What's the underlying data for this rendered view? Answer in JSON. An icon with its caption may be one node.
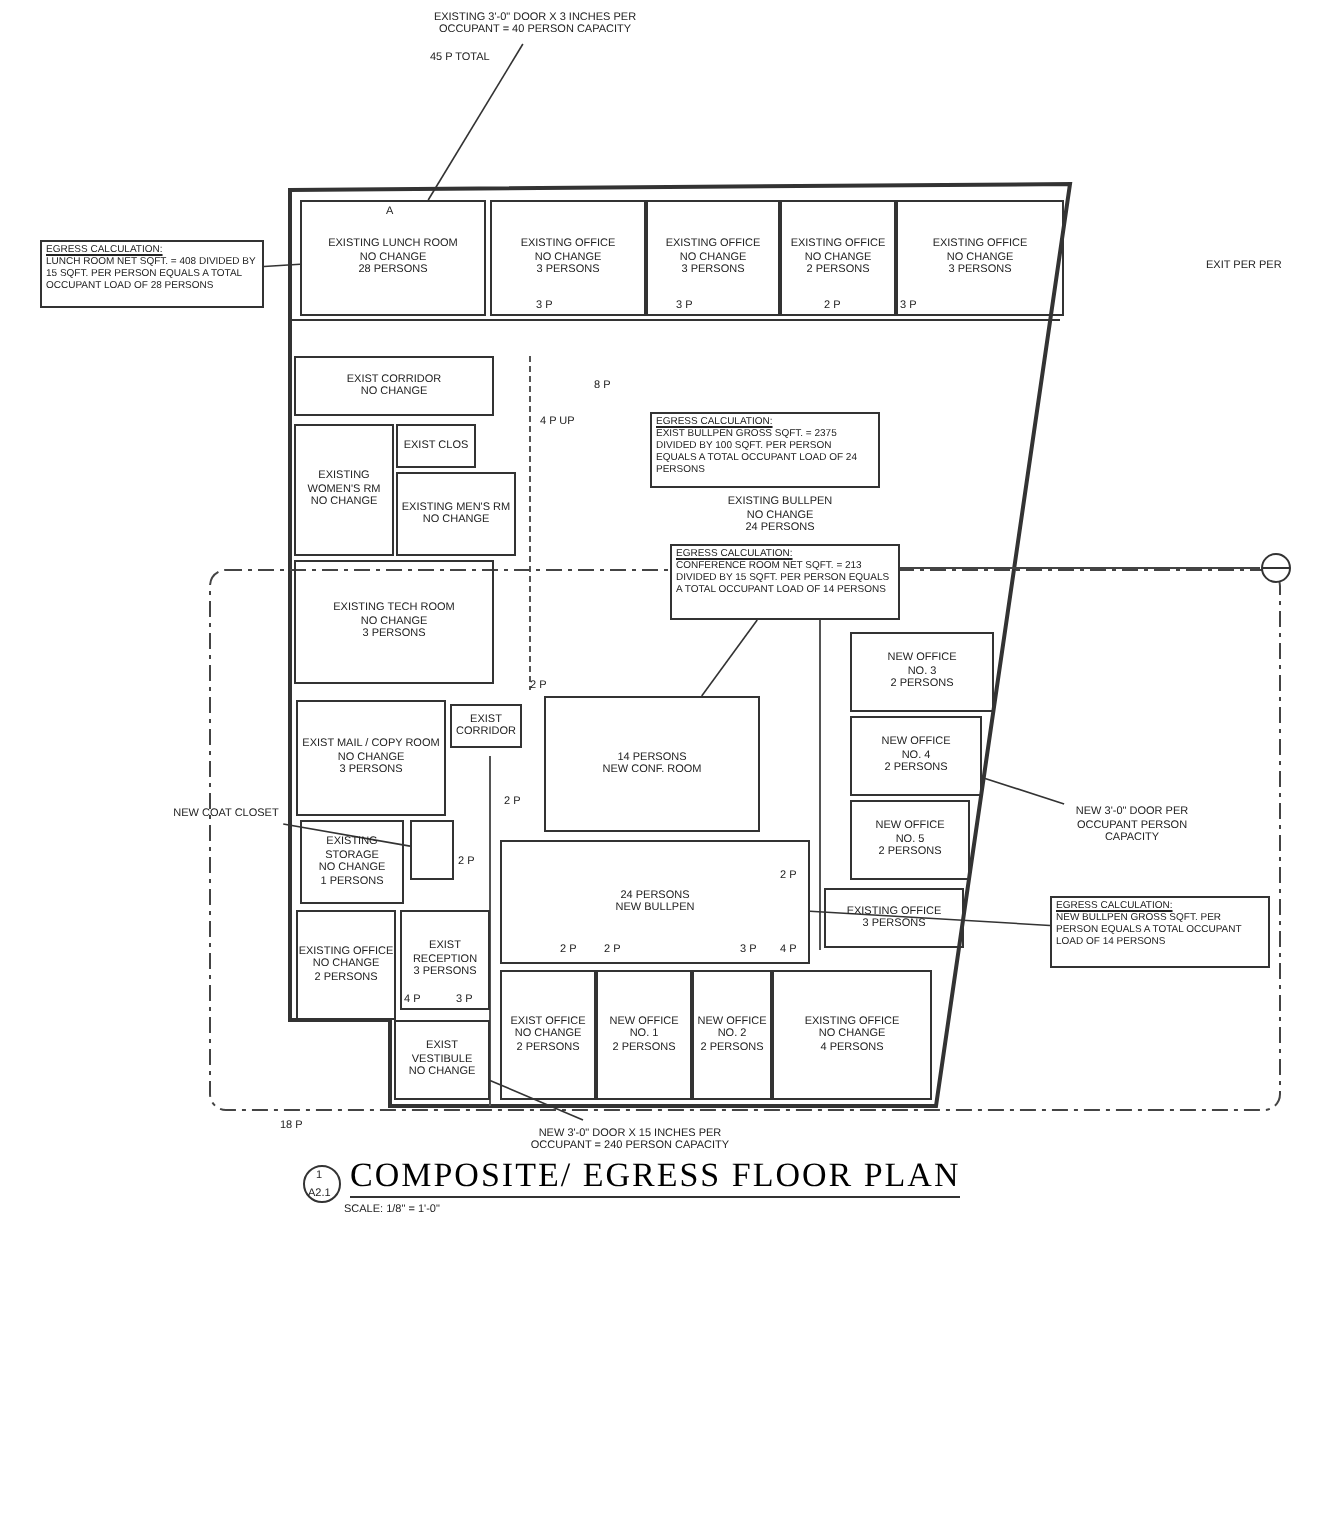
{
  "diagram": {
    "title": "COMPOSITE/ EGRESS FLOOR PLAN",
    "nodes": [
      {
        "text": [
          "EXISTING 3'-0\" DOOR X 3 INCHES PER OCCUPANT = 40 PERSON CAPACITY"
        ]
      },
      {
        "text": [
          "EGRESS CALCULATION:",
          "LUNCH ROOM NET SQFT. = 408 DIVIDED BY 15 SQFT. PER PERSON EQUALS A TOTAL OCCUPANT LOAD OF 28 PERSONS"
        ]
      },
      {
        "text": [
          "EXISTING LUNCH ROOM",
          "NO CHANGE",
          "28 PERSONS"
        ]
      },
      {
        "text": [
          "EXISTING OFFICE",
          "NO CHANGE",
          "3 PERSONS"
        ]
      },
      {
        "text": [
          "EXISTING OFFICE",
          "NO CHANGE",
          "3 PERSONS"
        ]
      },
      {
        "text": [
          "EXISTING OFFICE",
          "NO CHANGE",
          "2 PERSONS"
        ]
      },
      {
        "text": [
          "EXISTING OFFICE",
          "NO CHANGE",
          "3 PERSONS"
        ]
      },
      {
        "text": [
          "EXIST CORRIDOR",
          "NO CHANGE"
        ]
      },
      {
        "text": [
          "EXISTING WOMEN'S RM",
          "NO CHANGE"
        ]
      },
      {
        "text": [
          "EXIST CLOS"
        ]
      },
      {
        "text": [
          "EXISTING MEN'S RM",
          "NO CHANGE"
        ]
      },
      {
        "text": [
          "EXISTING TECH ROOM",
          "NO CHANGE",
          "3 PERSONS"
        ]
      },
      {
        "text": [
          "EGRESS CALCULATION:",
          "EXIST BULLPEN GROSS SQFT. = 2375 DIVIDED BY 100 SQFT. PER PERSON EQUALS A TOTAL OCCUPANT LOAD OF 24 PERSONS"
        ]
      },
      {
        "text": [
          "EXISTING BULLPEN",
          "NO CHANGE",
          "24 PERSONS"
        ]
      },
      {
        "text": [
          "EGRESS CALCULATION:",
          "CONFERENCE ROOM NET SQFT. = 213 DIVIDED BY 15 SQFT. PER PERSON EQUALS A TOTAL OCCUPANT LOAD OF 14 PERSONS"
        ]
      },
      {
        "text": [
          "14 PERSONS",
          "NEW CONF. ROOM"
        ]
      },
      {
        "text": [
          "EXIST MAIL / COPY ROOM",
          "NO CHANGE",
          "3 PERSONS"
        ]
      },
      {
        "text": [
          "EXIST CORRIDOR"
        ]
      },
      {
        "text": [
          "NEW COAT CLOSET"
        ]
      },
      {
        "text": [],
        "shape": "box"
      },
      {
        "text": [
          "EXISTING STORAGE",
          "NO CHANGE",
          "1 PERSONS"
        ]
      },
      {
        "text": [
          "EXISTING OFFICE",
          "NO CHANGE",
          "2 PERSONS"
        ]
      },
      {
        "text": [
          "EXIST RECEPTION",
          "3 PERSONS"
        ]
      },
      {
        "text": [
          "EXIST VESTIBULE",
          "NO CHANGE"
        ]
      },
      {
        "text": [
          "EXIST OFFICE",
          "NO CHANGE",
          "2 PERSONS"
        ]
      },
      {
        "text": [
          "NEW OFFICE",
          "NO. 1",
          "2 PERSONS"
        ]
      },
      {
        "text": [
          "NEW OFFICE",
          "NO. 2",
          "2 PERSONS"
        ]
      },
      {
        "text": [
          "EXISTING OFFICE",
          "NO CHANGE",
          "4 PERSONS"
        ]
      },
      {
        "text": [
          "24 PERSONS",
          "NEW BULLPEN"
        ]
      },
      {
        "text": [
          "NEW OFFICE",
          "NO. 3",
          "2 PERSONS"
        ]
      },
      {
        "text": [
          "NEW OFFICE",
          "NO. 4",
          "2 PERSONS"
        ]
      },
      {
        "text": [
          "NEW OFFICE",
          "NO. 5",
          "2 PERSONS"
        ]
      },
      {
        "text": [
          "EXISTING OFFICE",
          "3 PERSONS"
        ]
      },
      {
        "text": [
          "NEW 3'-0\" DOOR PER OCCUPANT PERSON CAPACITY"
        ]
      },
      {
        "text": [
          "EGRESS CALCULATION:",
          "NEW BULLPEN GROSS SQFT. PER PERSON EQUALS A TOTAL OCCUPANT LOAD OF 14 PERSONS"
        ]
      },
      {
        "text": [
          "NEW 3'-0\" DOOR X 15 INCHES PER OCCUPANT = 240 PERSON CAPACITY"
        ]
      }
    ],
    "edges": [
      {
        "from": 0,
        "to": 2,
        "arrow": "none"
      },
      {
        "from": 1,
        "to": 2,
        "arrow": "none"
      },
      {
        "from": 14,
        "to": 15,
        "arrow": "none"
      },
      {
        "from": 18,
        "to": 19,
        "arrow": "none"
      },
      {
        "from": 33,
        "to": 30,
        "arrow": "none"
      },
      {
        "from": 34,
        "to": 28,
        "arrow": "none"
      },
      {
        "from": 35,
        "to": 23,
        "arrow": "none"
      }
    ],
    "labels": [
      "45 P TOTAL",
      "A",
      "3 P",
      "3 P",
      "2 P",
      "3 P",
      "EXIT PER PER",
      "4 P UP",
      "8 P",
      "2 P",
      "2 P",
      "2 P",
      "4 P",
      "2 P",
      "3 P",
      "2 P",
      "2 P",
      "3 P",
      "4 P",
      "18 P",
      "1",
      "A2.1",
      "SCALE: 1/8\" = 1'-0\""
    ]
  }
}
